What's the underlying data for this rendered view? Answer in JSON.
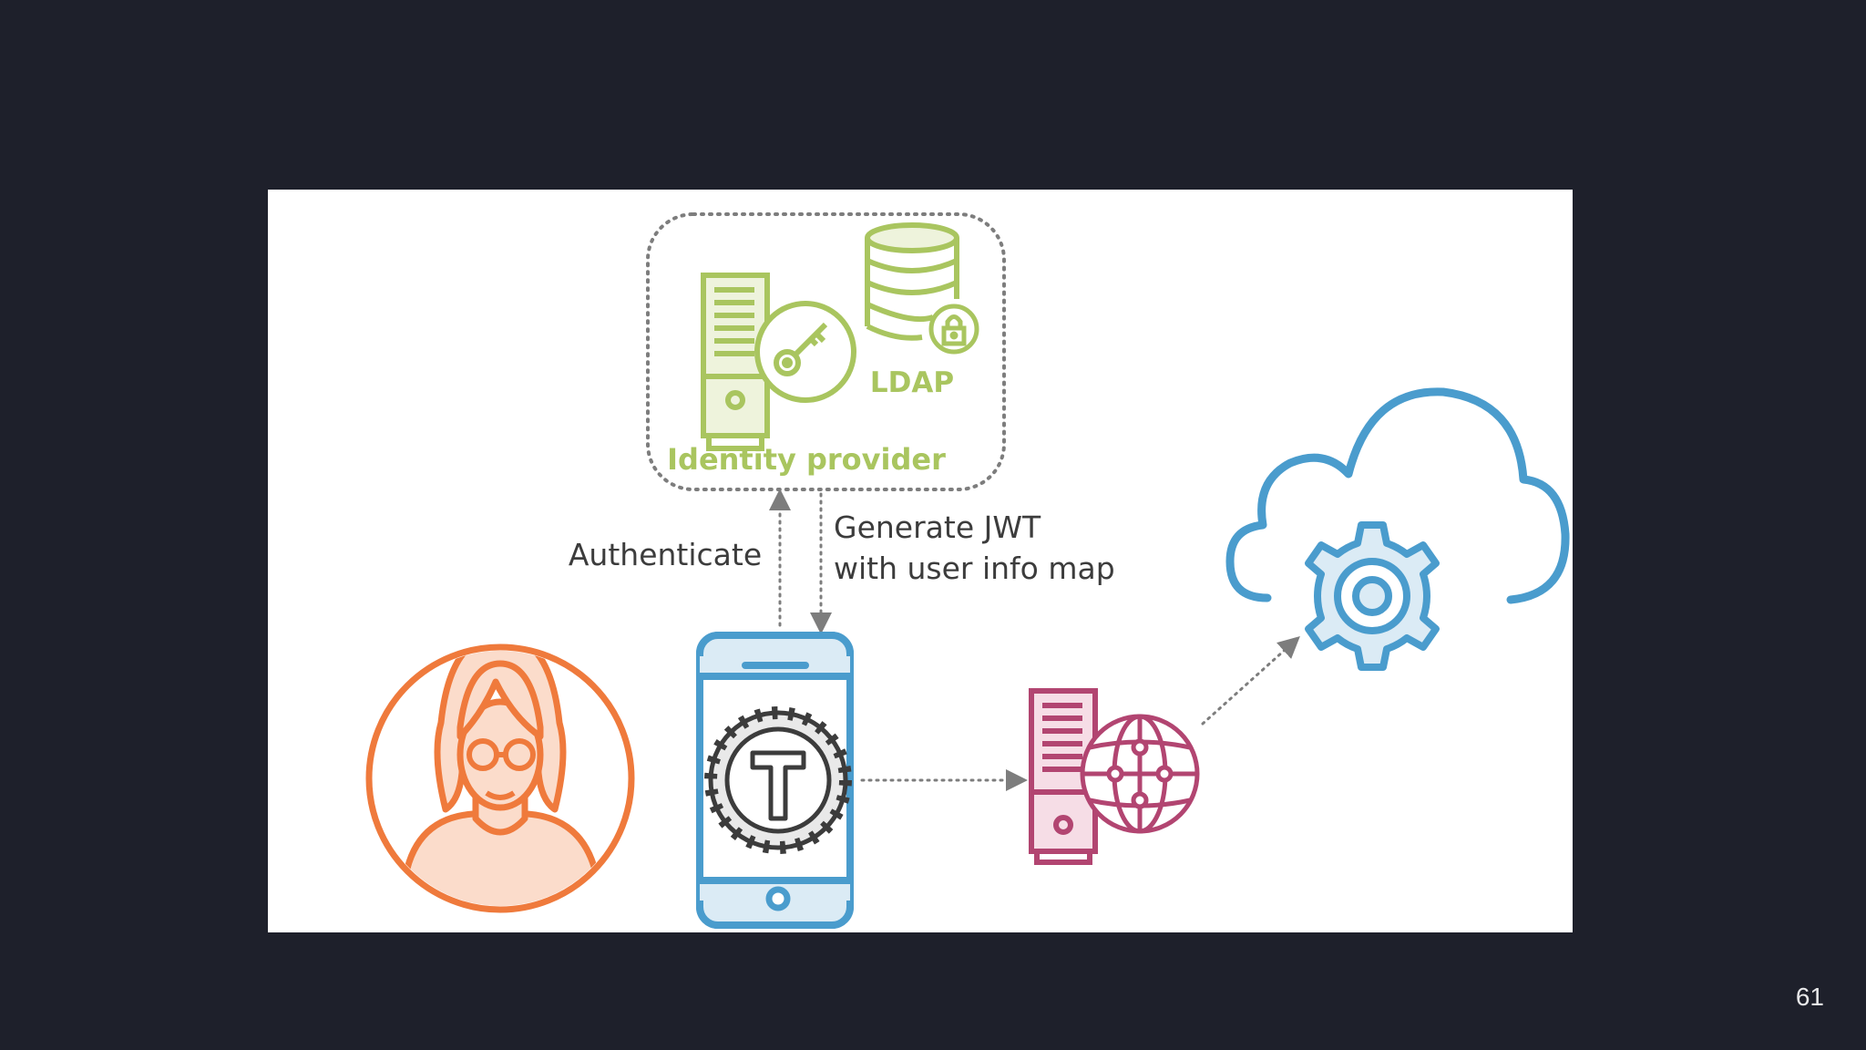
{
  "slide": {
    "page_number": "61"
  },
  "diagram": {
    "identity_provider_label": "Identity provider",
    "ldap_label": "LDAP",
    "authenticate_label": "Authenticate",
    "generate_line1": "Generate JWT",
    "generate_line2": "with user info map",
    "token_letter": "T"
  },
  "colors": {
    "background": "#1e202b",
    "identity_green": "#a9c55f",
    "user_orange": "#ef7a3c",
    "phone_blue": "#4a9ccd",
    "server_magenta": "#b24571",
    "cloud_blue": "#4a9ccd",
    "arrow_gray": "#7d7d7d",
    "label_text": "#3c3c3c"
  }
}
